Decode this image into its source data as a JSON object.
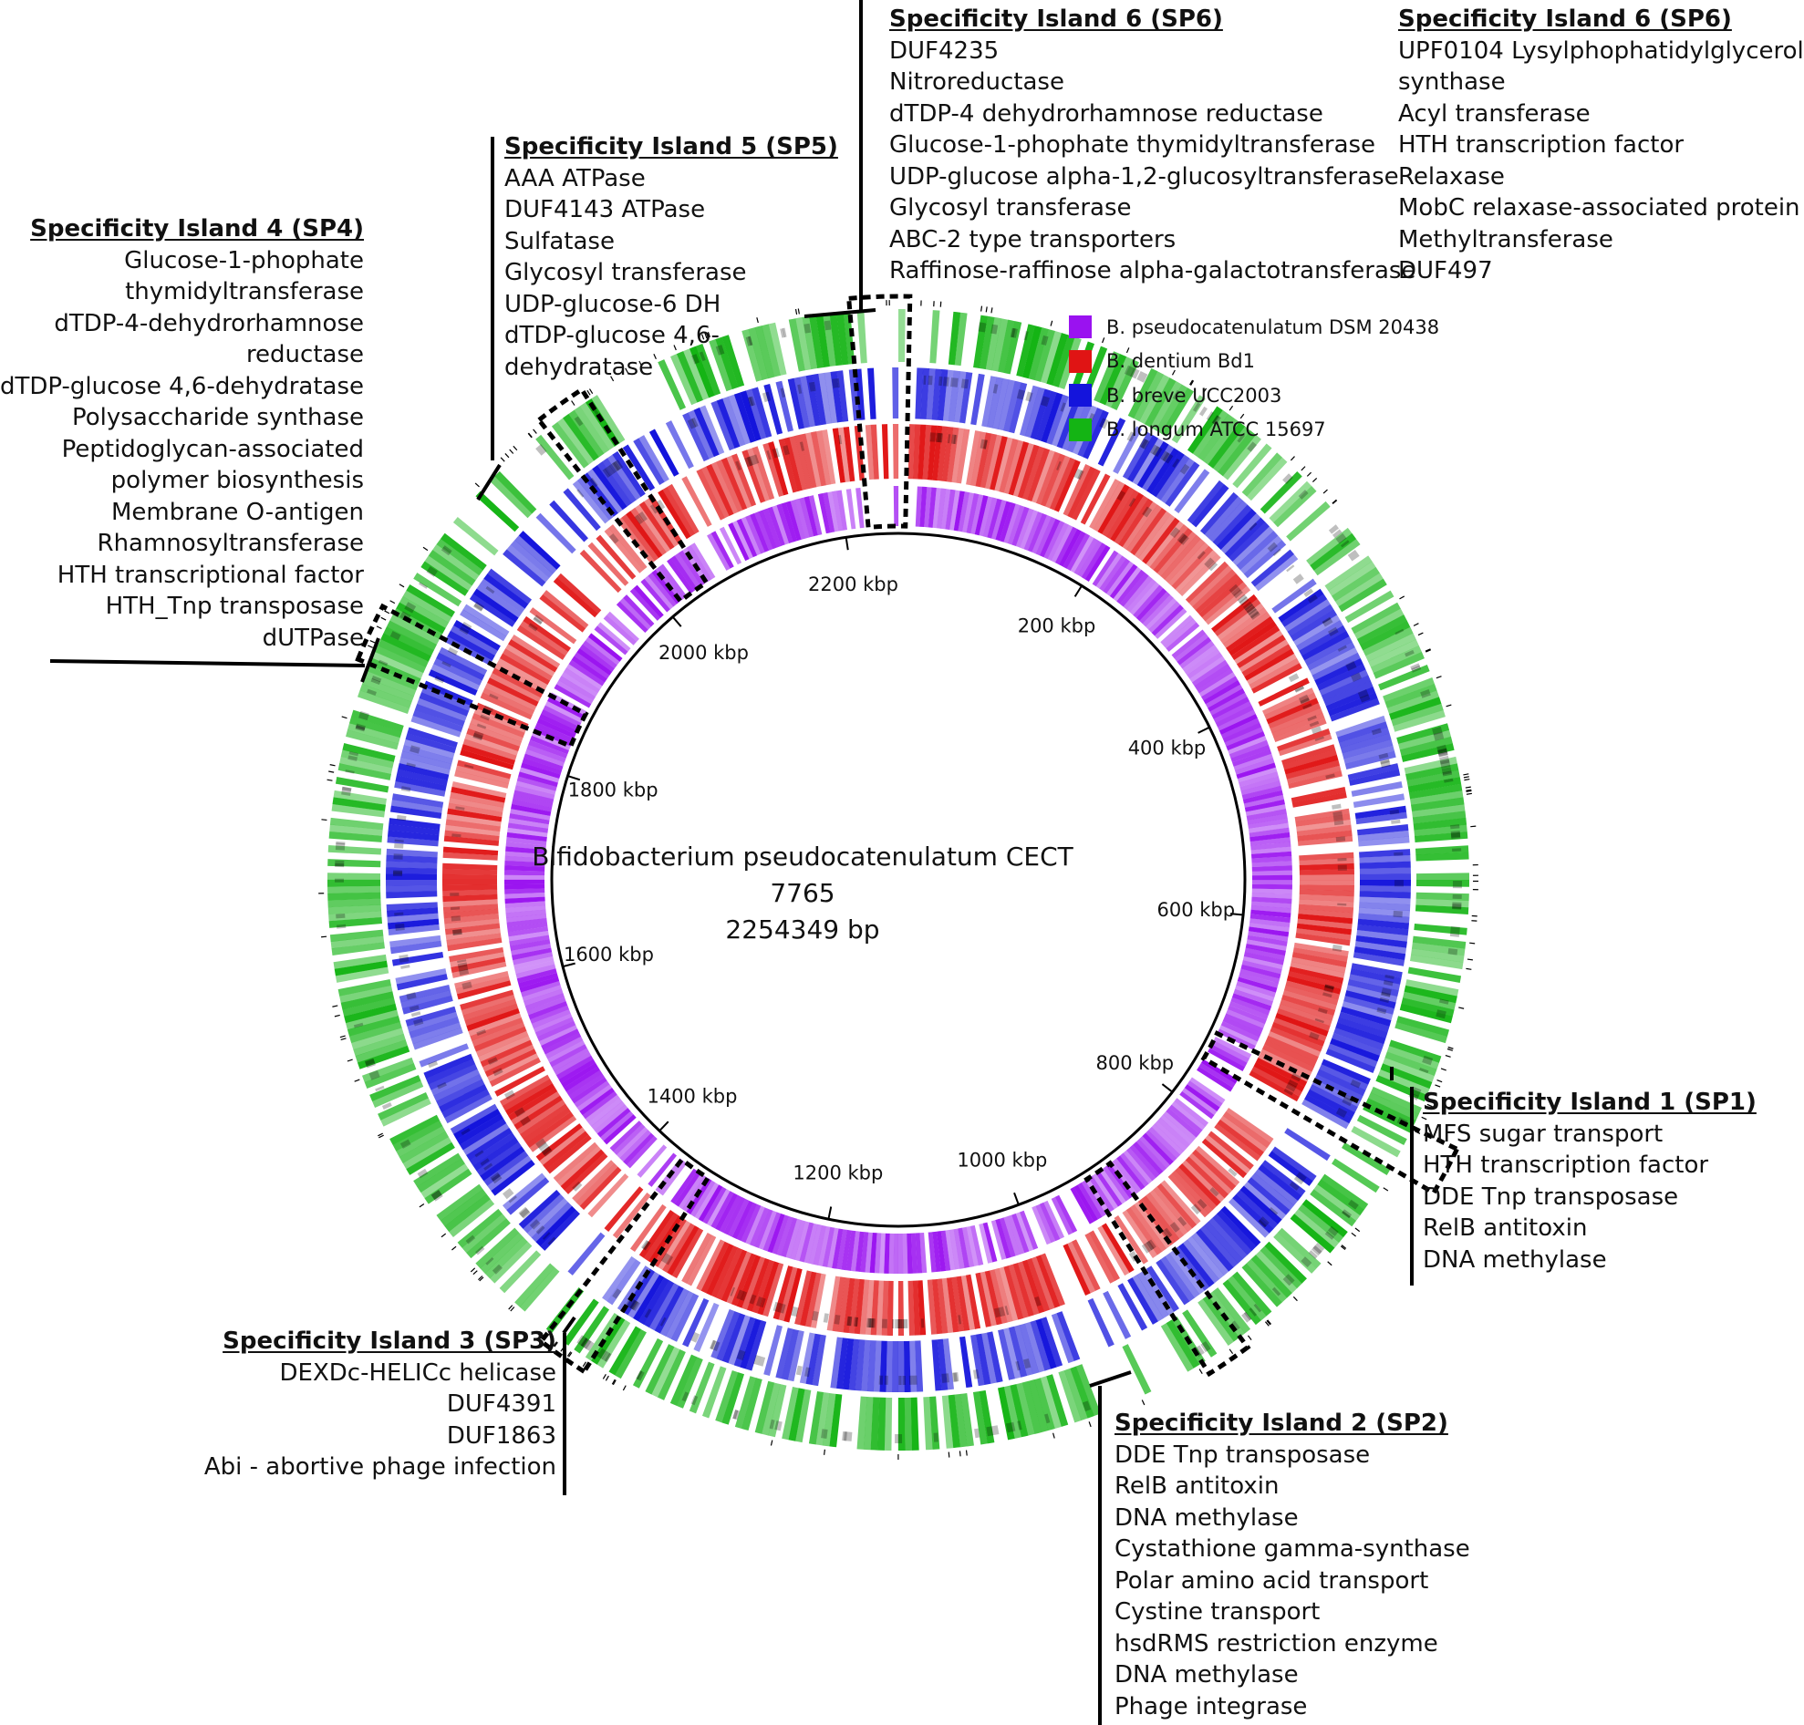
{
  "genome": {
    "name": "Bifidobacterium pseudocatenulatum CECT 7765",
    "size_label": "2254349 bp",
    "length_bp": 2254349
  },
  "ticks": [
    {
      "label": "200 kbp",
      "kbp": 200
    },
    {
      "label": "400 kbp",
      "kbp": 400
    },
    {
      "label": "600 kbp",
      "kbp": 600
    },
    {
      "label": "800 kbp",
      "kbp": 800
    },
    {
      "label": "1000 kbp",
      "kbp": 1000
    },
    {
      "label": "1200 kbp",
      "kbp": 1200
    },
    {
      "label": "1400 kbp",
      "kbp": 1400
    },
    {
      "label": "1600 kbp",
      "kbp": 1600
    },
    {
      "label": "1800 kbp",
      "kbp": 1800
    },
    {
      "label": "2000 kbp",
      "kbp": 2000
    },
    {
      "label": "2200 kbp",
      "kbp": 2200
    }
  ],
  "legend": [
    {
      "label": "B. pseudocatenulatum DSM 20438",
      "color": "#9a12f0"
    },
    {
      "label": "B. dentium Bd1",
      "color": "#e01414"
    },
    {
      "label": "B. breve UCC2003",
      "color": "#1414dc"
    },
    {
      "label": "B. longum ATCC 15697",
      "color": "#14b414"
    }
  ],
  "islands": [
    {
      "title": "Specificity Island 6 (SP6)",
      "items": [
        "DUF4235",
        "Nitroreductase",
        "dTDP-4 dehydrorhamnose reductase",
        "Glucose-1-phophate thymidyltransferase",
        "UDP-glucose alpha-1,2-glucosyltransferase",
        "Glycosyl transferase",
        "ABC-2 type transporters",
        "Raffinose-raffinose alpha-galactotransferase"
      ]
    },
    {
      "title": "Specificity Island 6 (SP6)",
      "items": [
        "UPF0104 Lysylphophatidylglycerol",
        "synthase",
        "Acyl transferase",
        "HTH transcription factor",
        "Relaxase",
        "MobC relaxase-associated protein",
        "Methyltransferase",
        "DUF497"
      ]
    },
    {
      "title": "Specificity Island 5 (SP5)",
      "items": [
        "AAA ATPase",
        "DUF4143 ATPase",
        "Sulfatase",
        "Glycosyl transferase",
        "UDP-glucose-6 DH",
        "dTDP-glucose 4,6-",
        "dehydratase"
      ]
    },
    {
      "title": "Specificity Island 4 (SP4)",
      "items": [
        "Glucose-1-phophate",
        "thymidyltransferase",
        "dTDP-4-dehydrorhamnose",
        "reductase",
        "dTDP-glucose 4,6-dehydratase",
        "Polysaccharide synthase",
        "Peptidoglycan-associated",
        "polymer biosynthesis",
        "Membrane O-antigen",
        "Rhamnosyltransferase",
        "HTH transcriptional factor",
        "HTH_Tnp transposase",
        "dUTPase"
      ]
    },
    {
      "title": "Specificity Island 1 (SP1)",
      "items": [
        "MFS sugar transport",
        "HTH transcription factor",
        "DDE Tnp transposase",
        "RelB antitoxin",
        "DNA methylase"
      ]
    },
    {
      "title": "Specificity Island 3 (SP3)",
      "items": [
        "DEXDc-HELICc helicase",
        "DUF4391",
        "DUF1863",
        "Abi - abortive phage infection"
      ]
    },
    {
      "title": "Specificity Island 2 (SP2)",
      "items": [
        "DDE Tnp transposase",
        "RelB antitoxin",
        "DNA methylase",
        "Cystathione gamma-synthase",
        "Polar amino acid transport",
        "Cystine transport",
        "hsdRMS restriction enzyme",
        "DNA methylase",
        "Phage integrase"
      ]
    }
  ]
}
